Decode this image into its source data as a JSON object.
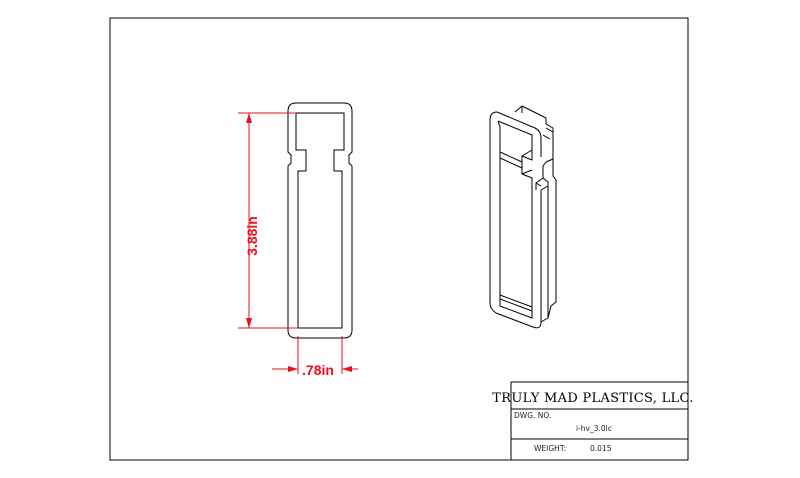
{
  "drawing": {
    "dimension_height": "3.88in",
    "dimension_width": ".78in"
  },
  "title_block": {
    "company": "TRULY MAD PLASTICS, LLC.",
    "dwg_no_label": "DWG. NO.",
    "dwg_no_value": "i-hv_3.0lc",
    "weight_label": "WEIGHT:",
    "weight_value": "0.015"
  },
  "colors": {
    "dimension": "#e8101a",
    "line": "#000000"
  }
}
